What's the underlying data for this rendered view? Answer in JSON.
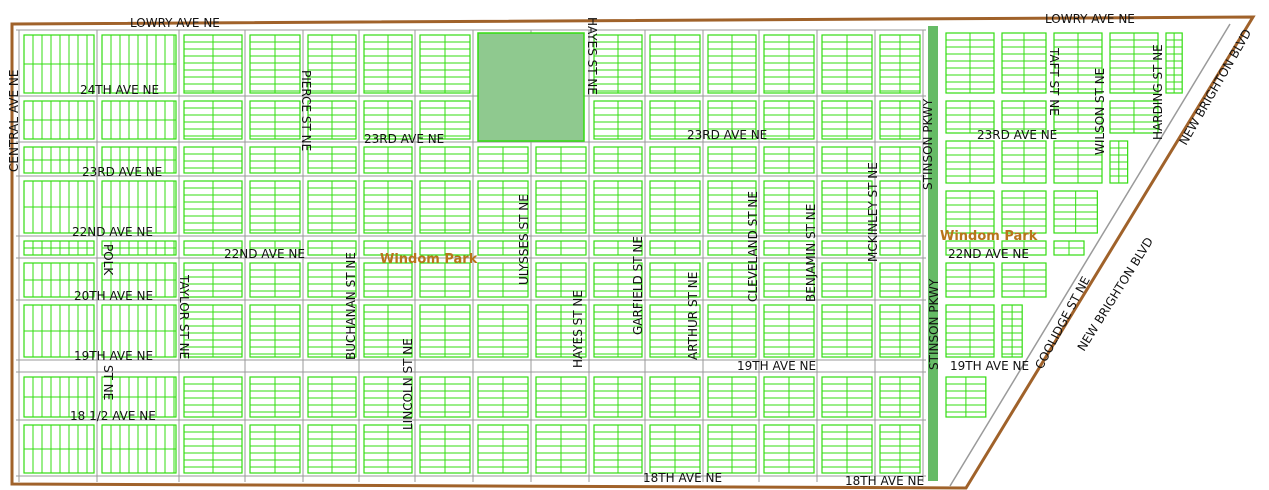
{
  "map": {
    "colors": {
      "background": "#ffffff",
      "parcel": "#33dd11",
      "boundary": "#a0622a",
      "park_fill": "#8fc98f",
      "parkway": "#66bb66",
      "street": "#9a9a9a",
      "label": "#111111",
      "park_label": "#b8741a"
    },
    "neighborhood": {
      "name": "Windom Park",
      "name_east": "Windom Park"
    },
    "streets": {
      "lowry_w": "LOWRY AVE NE",
      "lowry_e": "LOWRY AVE NE",
      "central": "CENTRAL AVE NE",
      "ave24": "24TH AVE NE",
      "ave23_w": "23RD AVE NE",
      "ave23_m": "23RD AVE NE",
      "ave23_c": "23RD AVE NE",
      "ave23_e": "23RD AVE NE",
      "ave22_w": "22ND AVE NE",
      "ave22_m": "22ND AVE NE",
      "ave22_e": "22ND AVE NE",
      "ave20": "20TH AVE NE",
      "ave19_w": "19TH AVE NE",
      "ave19_c": "19TH AVE NE",
      "ave19_e": "19TH AVE NE",
      "ave18h": "18 1/2 AVE NE",
      "ave18_c": "18TH AVE NE",
      "ave18_e": "18TH AVE NE",
      "polk_a": "POLK",
      "polk_b": "ST NE",
      "taylor": "TAYLOR ST NE",
      "pierce": "PIERCE ST NE",
      "buchanan": "BUCHANAN ST NE",
      "lincoln": "LINCOLN ST NE",
      "ulysses": "ULYSSES ST NE",
      "hayes_n": "HAYES ST NE",
      "hayes_s": "HAYES ST NE",
      "garfield": "GARFIELD ST NE",
      "arthur": "ARTHUR ST NE",
      "cleveland": "CLEVELAND ST NE",
      "benjamin": "BENJAMIN ST NE",
      "mckinley": "MCKINLEY ST NE",
      "stinson_n": "STINSON PKWY",
      "stinson_s": "STINSON PKWY",
      "taft": "TAFT ST NE",
      "wilson": "WILSON ST NE",
      "harding": "HARDING ST NE",
      "coolidge": "COOLIDGE ST NE",
      "nbb_n": "NEW BRIGHTON BLVD",
      "nbb_s": "NEW BRIGHTON BLVD"
    }
  }
}
